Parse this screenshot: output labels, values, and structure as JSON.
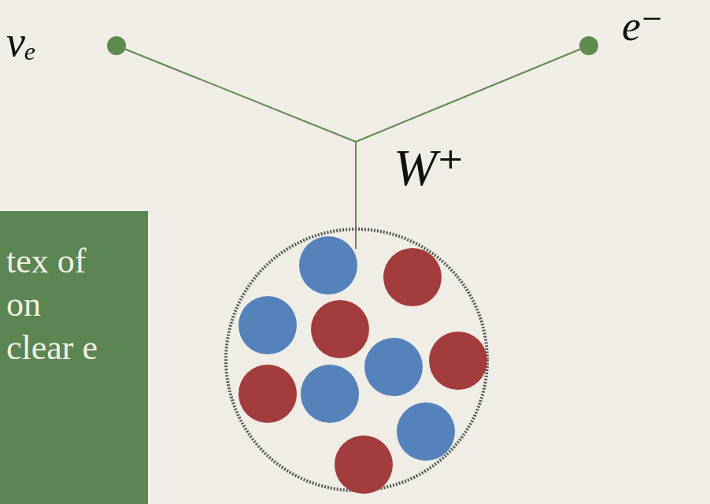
{
  "diagram": {
    "nodes": [
      {
        "text": [
          "tex of on clear e"
        ]
      }
    ],
    "labels": [
      "νₑ",
      "e⁻",
      "W⁺"
    ]
  }
}
